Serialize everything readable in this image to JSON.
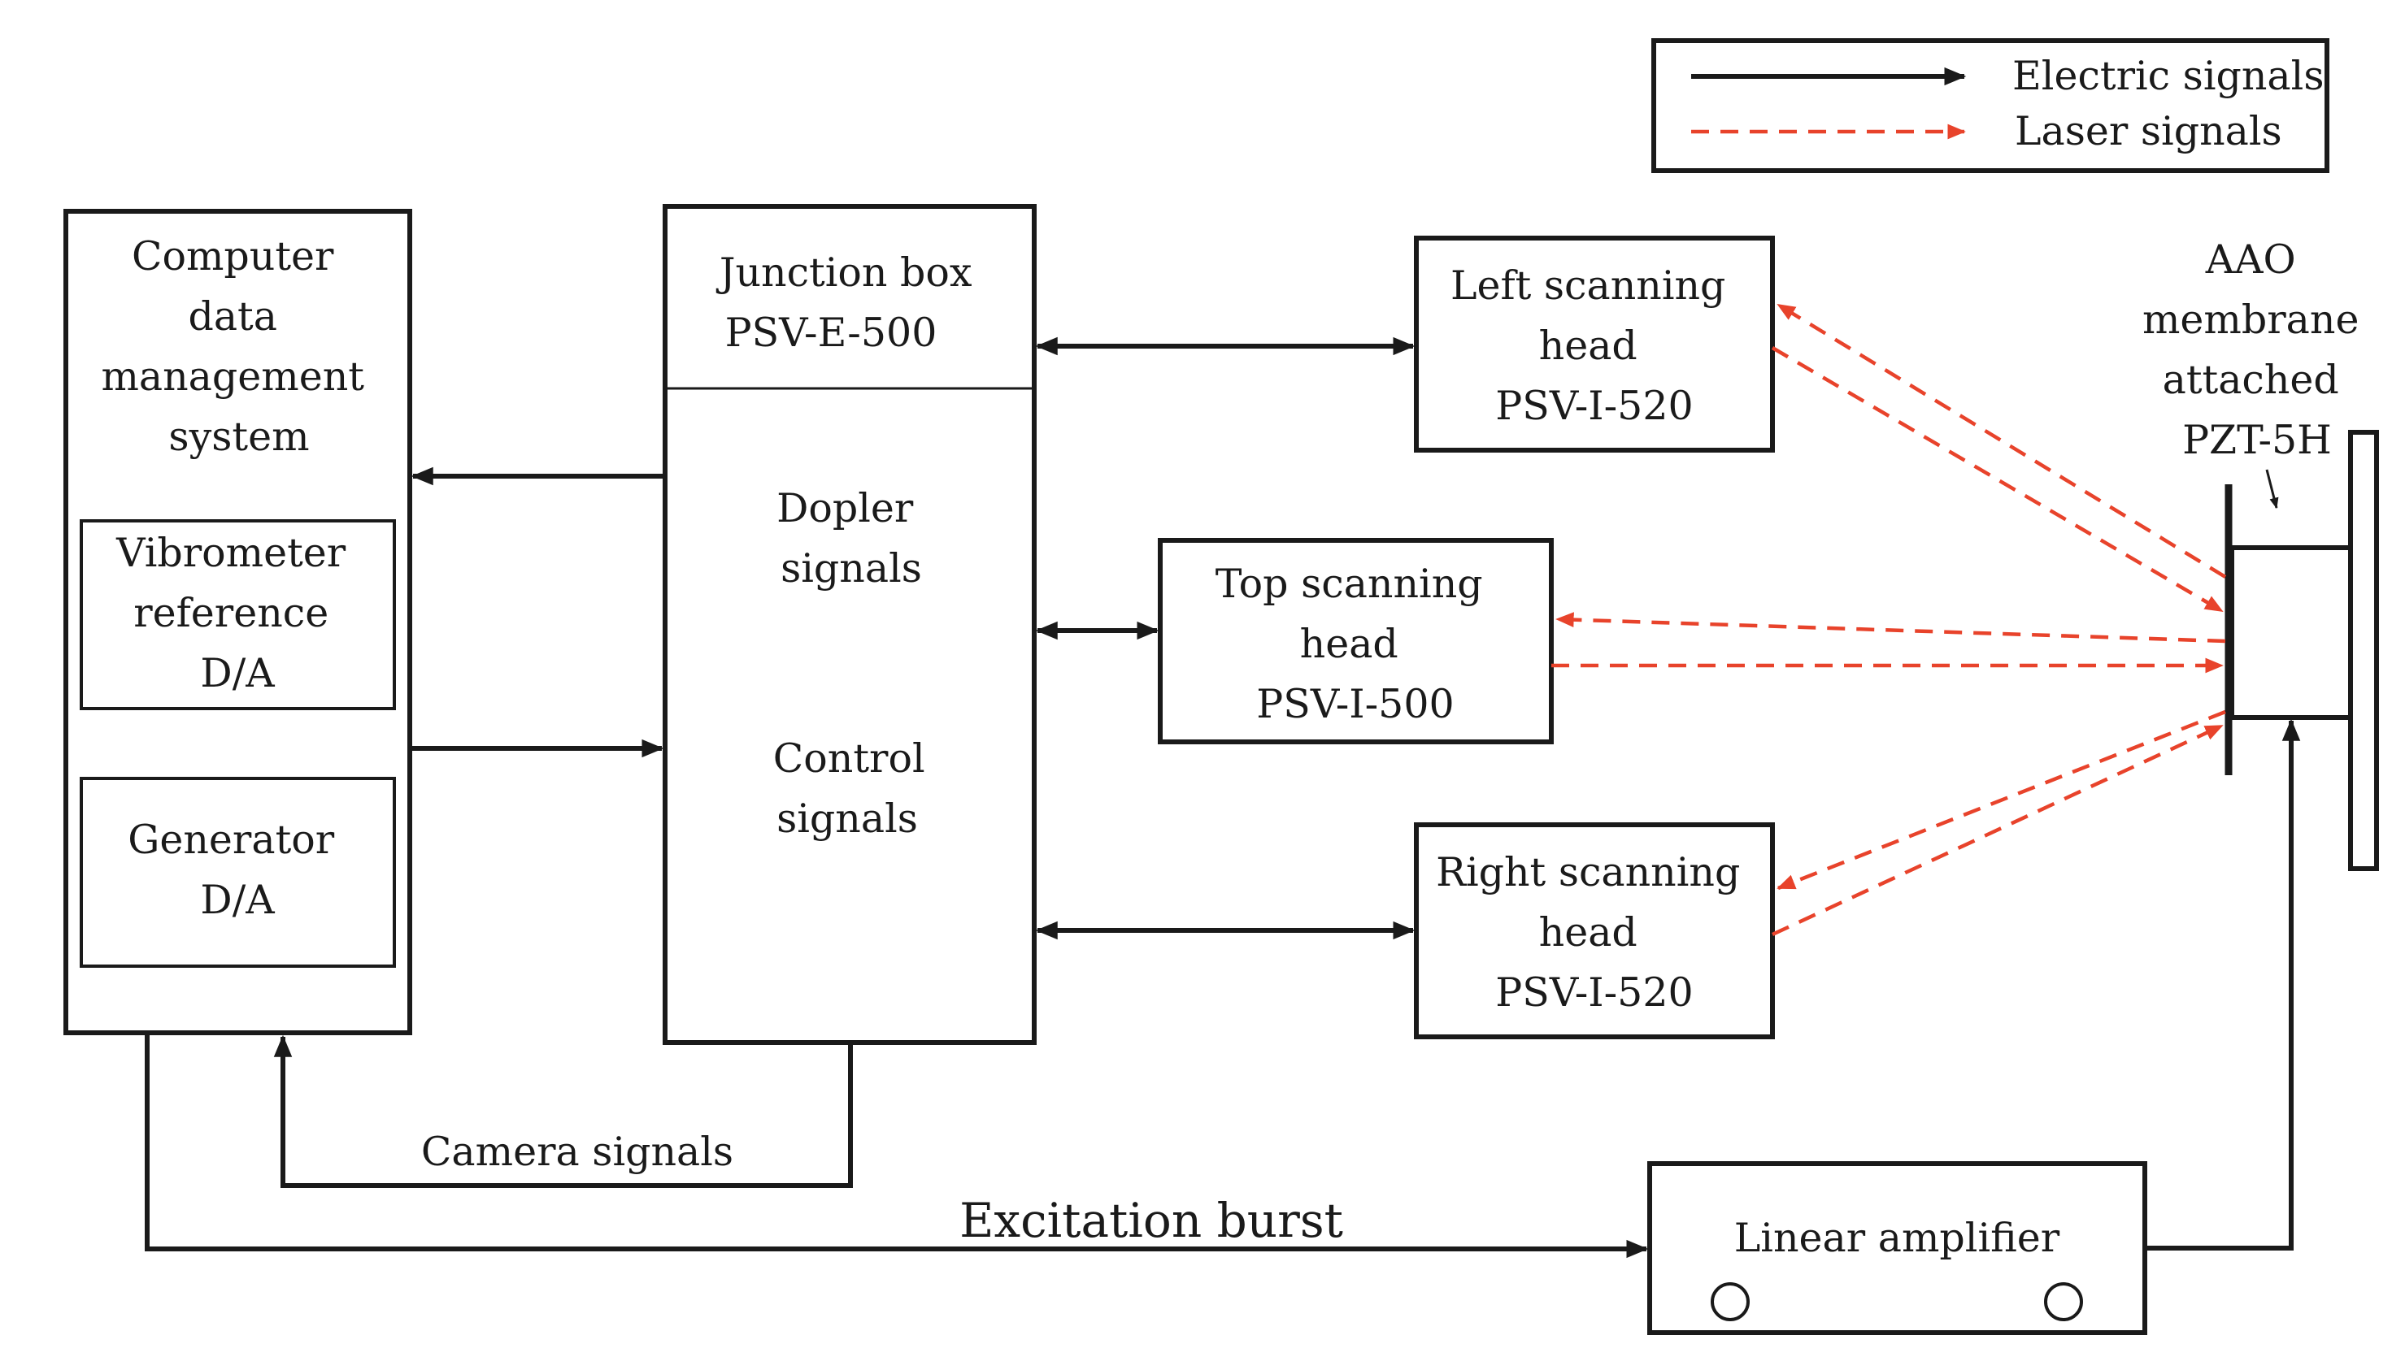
{
  "legend": {
    "electric": "Electric signals",
    "laser": "Laser signals"
  },
  "computer": {
    "title_lines": [
      "Computer",
      "data",
      "management",
      "system"
    ],
    "vibrometer_lines": [
      "Vibrometer",
      "reference",
      "D/A"
    ],
    "generator_lines": [
      "Generator",
      "D/A"
    ]
  },
  "junction": {
    "title_lines": [
      "Junction box",
      "PSV-E-500"
    ],
    "doppler_lines": [
      "Dopler",
      "signals"
    ],
    "control_lines": [
      "Control",
      "signals"
    ]
  },
  "heads": {
    "left_lines": [
      "Left scanning",
      "head",
      "PSV-I-520"
    ],
    "top_lines": [
      "Top scanning",
      "head",
      "PSV-I-500"
    ],
    "right_lines": [
      "Right scanning",
      "head",
      "PSV-I-520"
    ]
  },
  "specimen_lines": [
    "AAO",
    "membrane",
    "attached",
    "PZT-5H"
  ],
  "camera_signals": "Camera signals",
  "excitation_burst": "Excitation burst",
  "amplifier": "Linear amplifier",
  "colors": {
    "electric": "#1a1a1a",
    "laser": "#e8432b"
  }
}
